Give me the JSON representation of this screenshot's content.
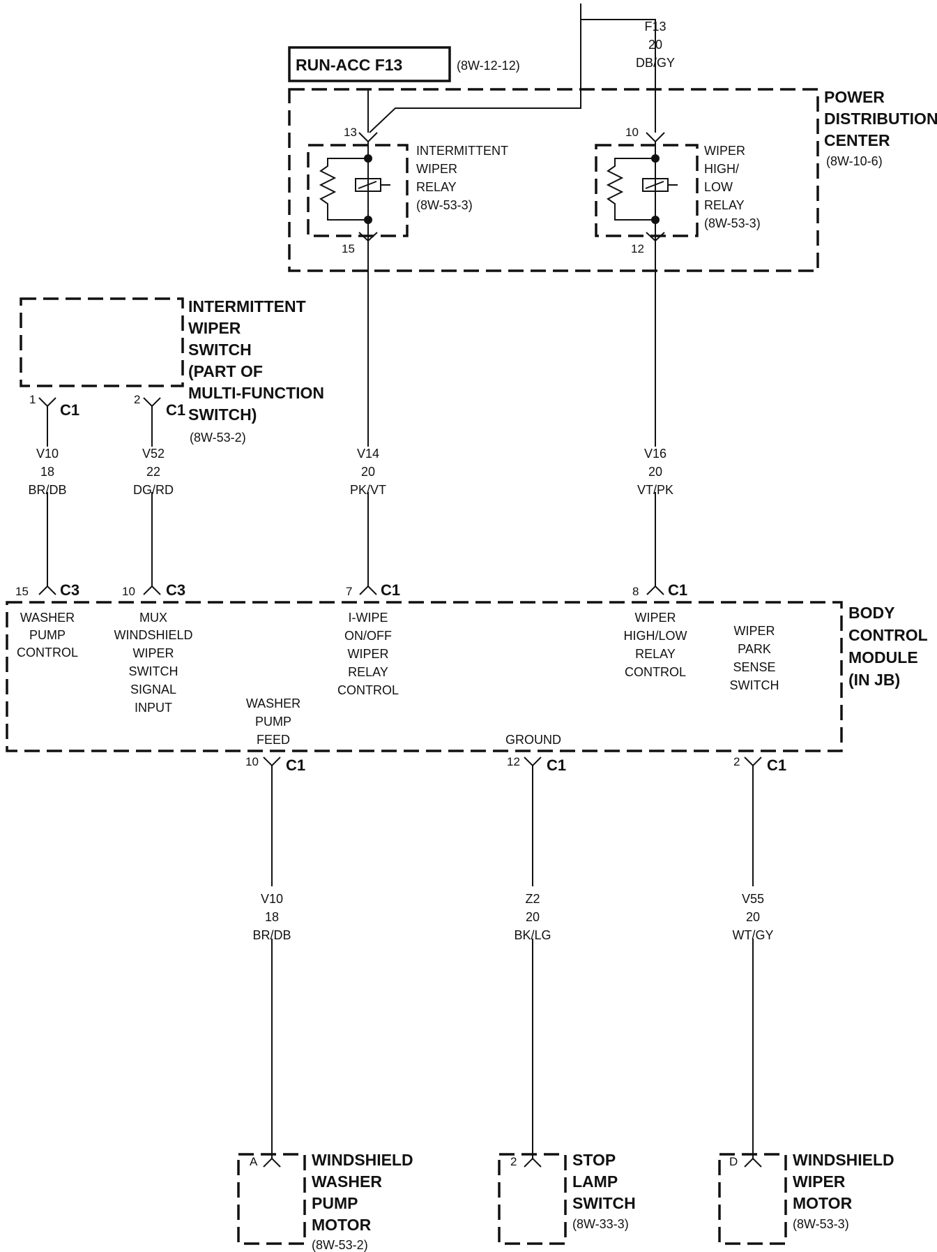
{
  "fuse_box": {
    "label": "RUN-ACC F13",
    "ref": "(8W-12-12)"
  },
  "feed_wire": {
    "circuit": "F13",
    "gauge": "20",
    "color": "DB/GY"
  },
  "pdc": {
    "title": [
      "POWER",
      "DISTRIBUTION",
      "CENTER"
    ],
    "ref": "(8W-10-6)"
  },
  "relay_intermittent": {
    "name": [
      "INTERMITTENT",
      "WIPER",
      "RELAY"
    ],
    "ref": "(8W-53-3)",
    "pin_in": "13",
    "pin_out": "15"
  },
  "relay_highlow": {
    "name": [
      "WIPER",
      "HIGH/",
      "LOW",
      "RELAY"
    ],
    "ref": "(8W-53-3)",
    "pin_in": "10",
    "pin_out": "12"
  },
  "switch": {
    "name": [
      "INTERMITTENT",
      "WIPER",
      "SWITCH",
      "(PART OF",
      "MULTI-FUNCTION",
      "SWITCH)"
    ],
    "ref": "(8W-53-2)",
    "pin1": "1",
    "pin2": "2",
    "connector": "C1"
  },
  "wires_upper": [
    {
      "circuit": "V10",
      "gauge": "18",
      "color": "BR/DB"
    },
    {
      "circuit": "V52",
      "gauge": "22",
      "color": "DG/RD"
    },
    {
      "circuit": "V14",
      "gauge": "20",
      "color": "PK/VT"
    },
    {
      "circuit": "V16",
      "gauge": "20",
      "color": "VT/PK"
    }
  ],
  "bcm": {
    "title": [
      "BODY",
      "CONTROL",
      "MODULE",
      "(IN JB)"
    ],
    "top_pins": [
      {
        "pin": "15",
        "conn": "C3",
        "label": [
          "WASHER",
          "PUMP",
          "CONTROL"
        ]
      },
      {
        "pin": "10",
        "conn": "C3",
        "label": [
          "MUX",
          "WINDSHIELD",
          "WIPER",
          "SWITCH",
          "SIGNAL",
          "INPUT"
        ]
      },
      {
        "pin": "7",
        "conn": "C1",
        "label": [
          "I-WIPE",
          "ON/OFF",
          "WIPER",
          "RELAY",
          "CONTROL"
        ]
      },
      {
        "pin": "8",
        "conn": "C1",
        "label": [
          "WIPER",
          "HIGH/LOW",
          "RELAY",
          "CONTROL"
        ]
      }
    ],
    "park_label": [
      "WIPER",
      "PARK",
      "SENSE",
      "SWITCH"
    ],
    "bottom_pins": [
      {
        "pin": "10",
        "conn": "C1",
        "label": [
          "WASHER",
          "PUMP",
          "FEED"
        ]
      },
      {
        "pin": "12",
        "conn": "C1",
        "label": [
          "GROUND"
        ]
      },
      {
        "pin": "2",
        "conn": "C1",
        "label": []
      }
    ]
  },
  "wires_lower": [
    {
      "circuit": "V10",
      "gauge": "18",
      "color": "BR/DB"
    },
    {
      "circuit": "Z2",
      "gauge": "20",
      "color": "BK/LG"
    },
    {
      "circuit": "V55",
      "gauge": "20",
      "color": "WT/GY"
    }
  ],
  "components": [
    {
      "pin": "A",
      "name": [
        "WINDSHIELD",
        "WASHER",
        "PUMP",
        "MOTOR"
      ],
      "ref": "(8W-53-2)"
    },
    {
      "pin": "2",
      "name": [
        "STOP",
        "LAMP",
        "SWITCH"
      ],
      "ref": "(8W-33-3)"
    },
    {
      "pin": "D",
      "name": [
        "WINDSHIELD",
        "WIPER",
        "MOTOR"
      ],
      "ref": "(8W-53-3)"
    }
  ]
}
